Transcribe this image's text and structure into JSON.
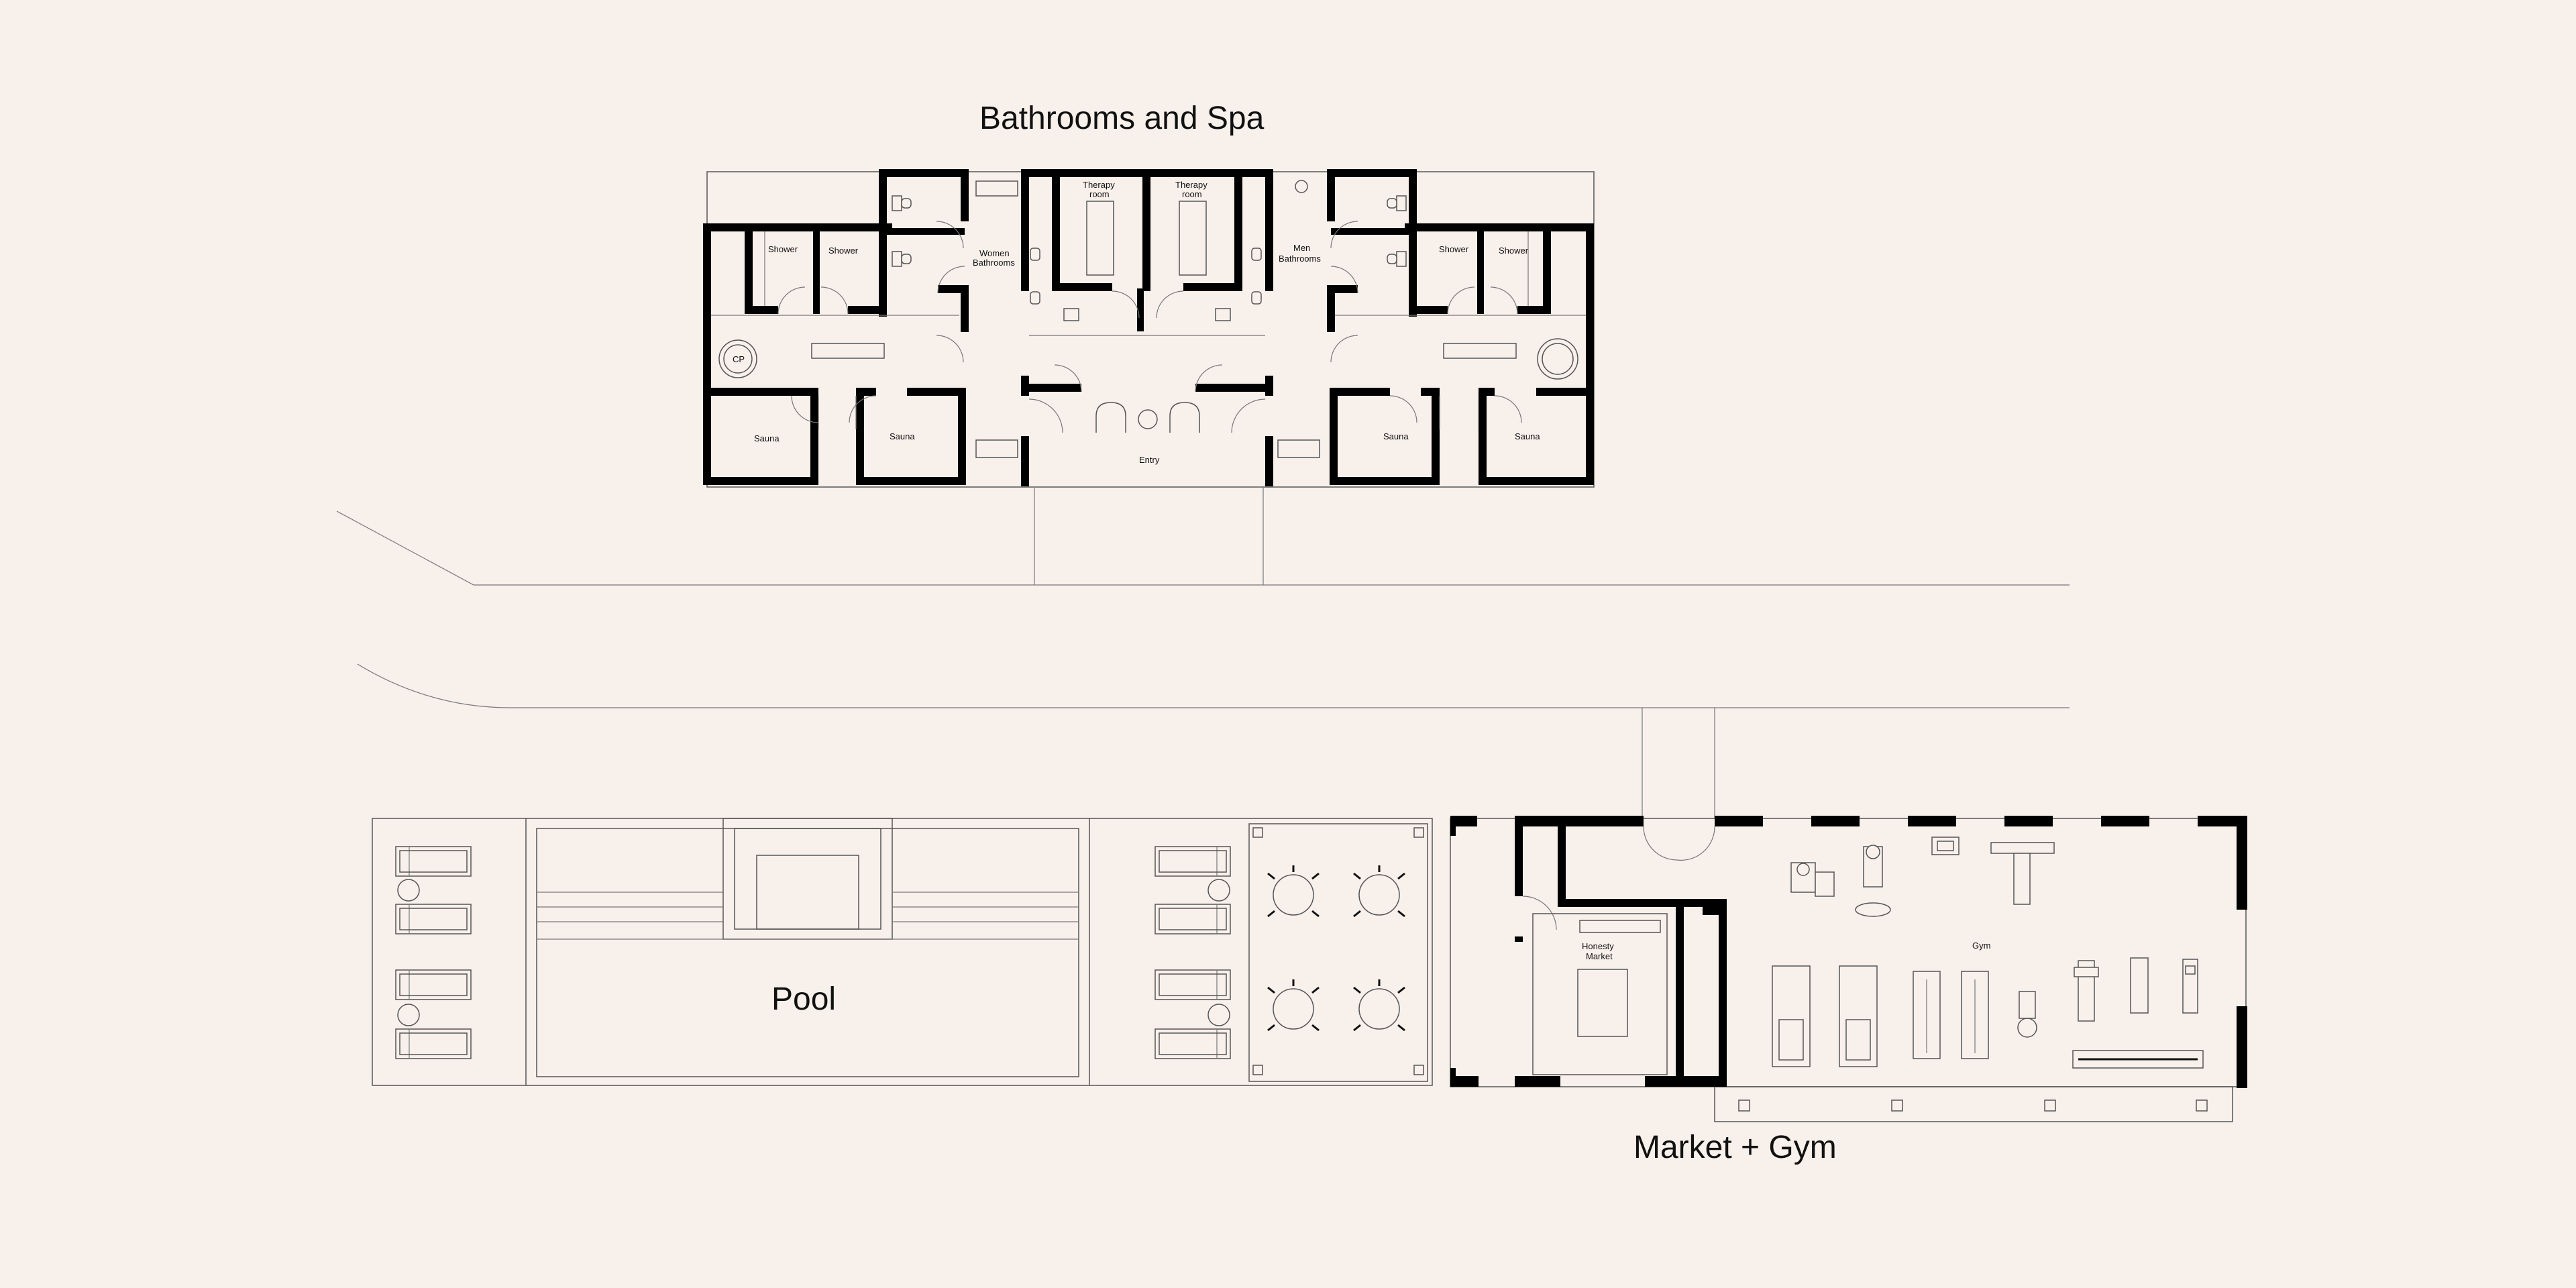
{
  "spa": {
    "title": "Bathrooms and Spa",
    "rooms": {
      "shower": "Shower",
      "therapy_line1": "Therapy",
      "therapy_line2": "room",
      "women_line1": "Women",
      "women_line2": "Bathrooms",
      "men_line1": "Men",
      "men_line2": "Bathrooms",
      "sauna": "Sauna",
      "entry": "Entry",
      "cp": "CP"
    }
  },
  "pool": {
    "title": "Pool"
  },
  "market_gym": {
    "title": "Market + Gym",
    "honesty_line1": "Honesty",
    "honesty_line2": "Market",
    "gym": "Gym"
  },
  "colors": {
    "background": "#f8f0ea",
    "wall": "#000000",
    "line": "#555555"
  }
}
